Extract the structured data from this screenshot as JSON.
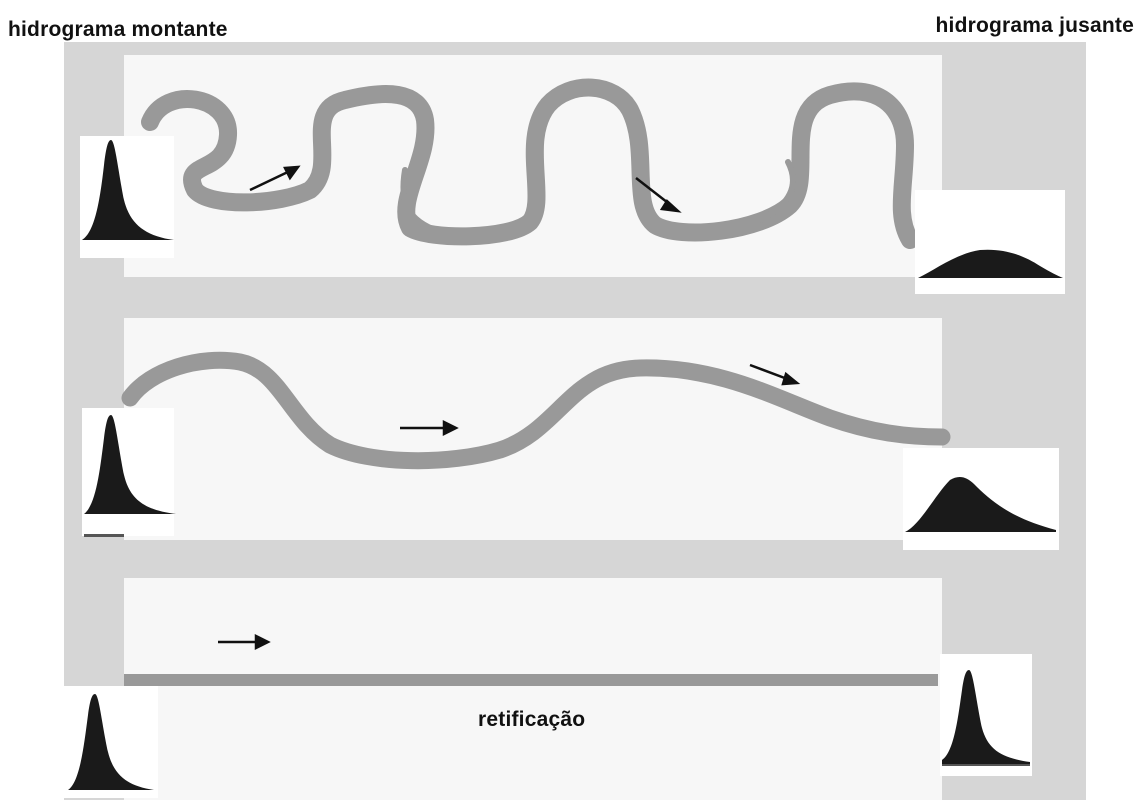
{
  "labels": {
    "upstream": "hidrograma  montante",
    "downstream": "hidrograma  jusante",
    "rectification": "retificação"
  },
  "colors": {
    "background_panel": "#d6d6d6",
    "strip": "#f7f7f7",
    "river": "#999999",
    "hydrograph_fill": "#1a1a1a",
    "arrow": "#111111"
  },
  "scenarios": [
    {
      "river": "very-meandering-river",
      "upstream_hydrograph": "sharp-high-peak",
      "downstream_hydrograph": "low-flat-attenuated"
    },
    {
      "river": "moderately-meandering-river",
      "upstream_hydrograph": "sharp-high-peak",
      "downstream_hydrograph": "moderate-peak"
    },
    {
      "river": "straightened-channel",
      "upstream_hydrograph": "sharp-high-peak",
      "downstream_hydrograph": "sharp-high-peak"
    }
  ]
}
